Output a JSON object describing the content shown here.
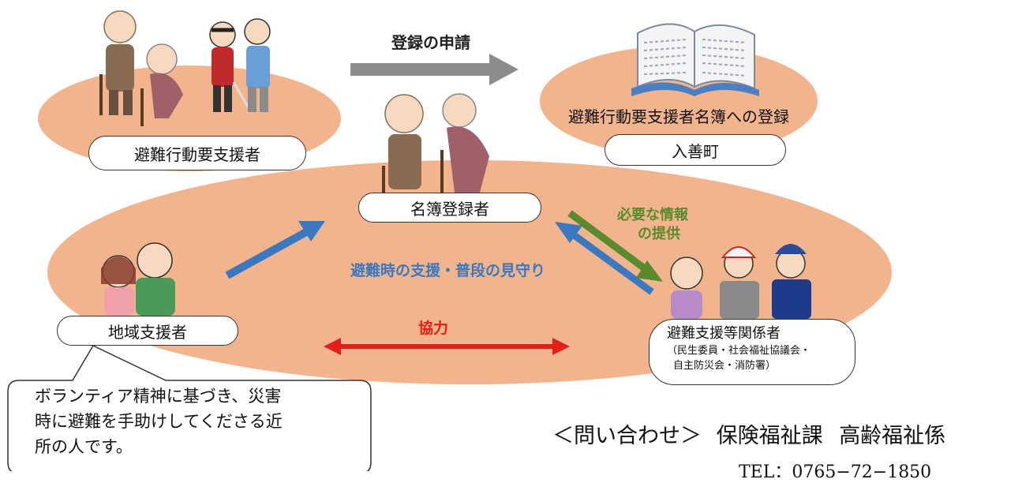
{
  "flows": {
    "registration_request": "登録の申請",
    "support_and_watch": "避難時の支援・普段の見守り",
    "necessary_info": "必要な情報",
    "provision": "の提供",
    "cooperation": "協力"
  },
  "nodes": {
    "needs_support": "避難行動要支援者",
    "registry_label": "避難行動要支援者名簿への登録",
    "town": "入善町",
    "registrant": "名簿登録者",
    "community_supporter": "地域支援者",
    "stakeholders_title": "避難支援等関係者",
    "stakeholders_line1": "（民生委員・社会福祉協議会・",
    "stakeholders_line2": "自主防災会・消防署）"
  },
  "callout": {
    "line1": "ボランティア精神に基づき、災害",
    "line2": "時に避難を手助けしてくださる近",
    "line3": "所の人です。"
  },
  "contact": {
    "heading": "＜問い合わせ＞",
    "department": "保険福祉課",
    "section": "高齢福祉係",
    "tel": "TEL：0765−72−1850"
  },
  "colors": {
    "ellipse": "#f2b48c",
    "gray_arrow": "#8c8c8c",
    "blue_arrow": "#3a78c2",
    "green_arrow": "#5a8a2e",
    "red_arrow": "#e0201a"
  }
}
